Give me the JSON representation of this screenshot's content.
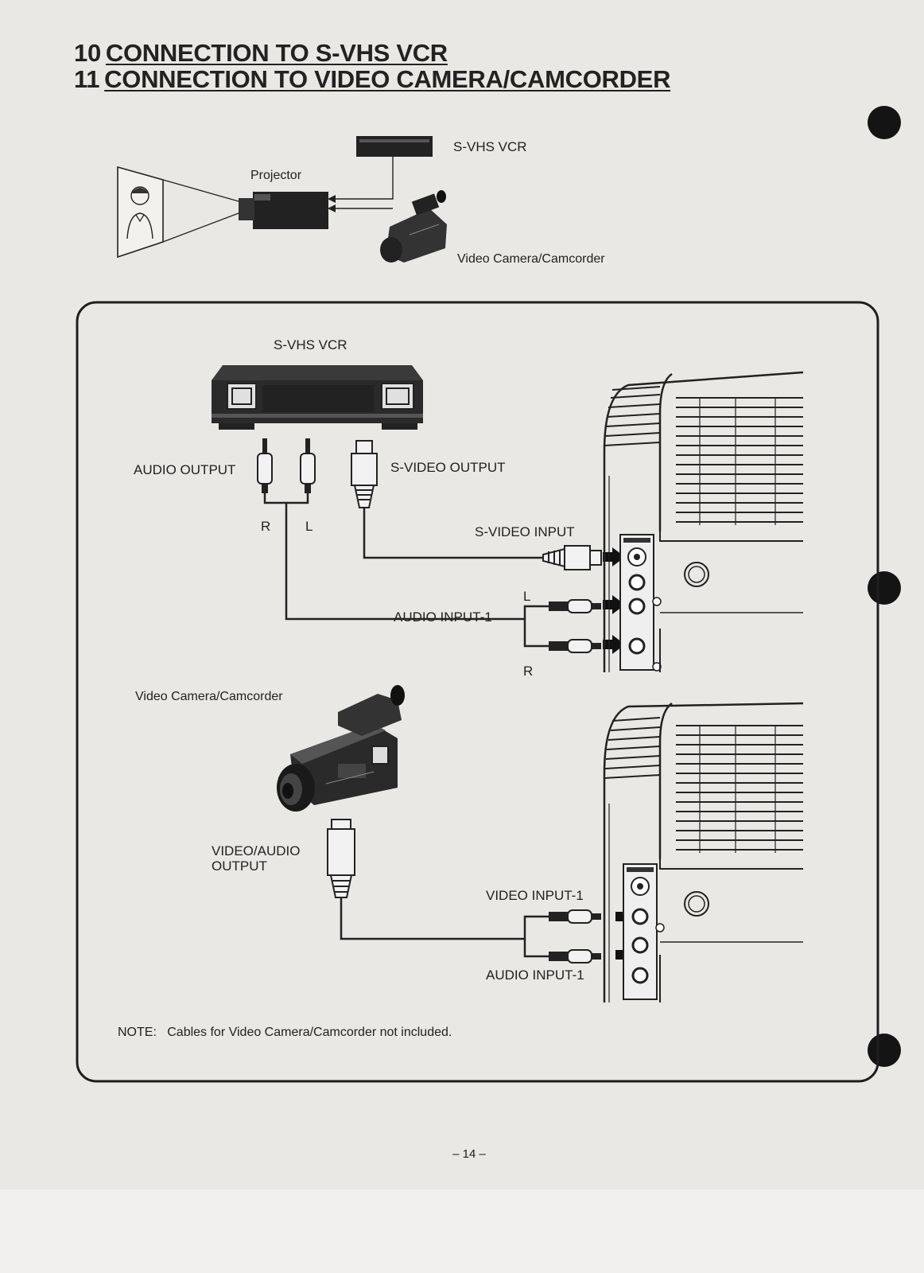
{
  "headings": [
    {
      "number": "10",
      "text": "CONNECTION TO S-VHS VCR"
    },
    {
      "number": "11",
      "text": "CONNECTION TO VIDEO CAMERA/CAMCORDER"
    }
  ],
  "overview": {
    "projector_label": "Projector",
    "vcr_label": "S-VHS VCR",
    "camcorder_label": "Video Camera/Camcorder"
  },
  "vcr_diagram": {
    "vcr_label": "S-VHS VCR",
    "audio_output": "AUDIO OUTPUT",
    "svideo_output": "S-VIDEO OUTPUT",
    "r_label": "R",
    "l_label": "L",
    "svideo_input": "S-VIDEO INPUT",
    "audio_input": "AUDIO INPUT-1",
    "input_l": "L",
    "input_r": "R"
  },
  "camcorder_diagram": {
    "camcorder_label": "Video Camera/Camcorder",
    "va_output": "VIDEO/AUDIO\nOUTPUT",
    "video_input": "VIDEO INPUT-1",
    "audio_input": "AUDIO INPUT-1"
  },
  "note": {
    "prefix": "NOTE:",
    "text": "Cables for Video Camera/Camcorder not included."
  },
  "page_number": "– 14 –"
}
